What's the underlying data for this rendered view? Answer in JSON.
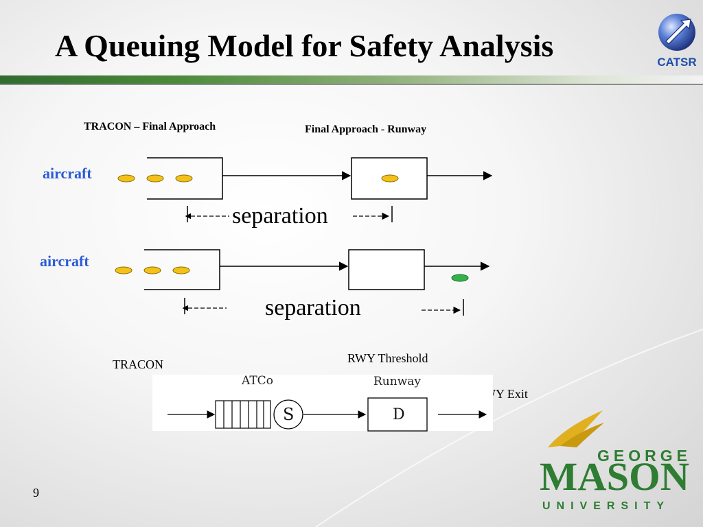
{
  "slide": {
    "title": "A Queuing Model for Safety Analysis",
    "page_number": "9"
  },
  "header": {
    "catsr_logo_text": "CATSR",
    "colors": {
      "title_bar_dark": "#2f6b2f",
      "catsr_blue": "#1f4fa8"
    }
  },
  "diagram_top": {
    "label_tracon_final": "TRACON – Final Approach",
    "label_final_runway": "Final Approach - Runway",
    "row1": {
      "aircraft_label": "aircraft",
      "separation_label": "separation"
    },
    "row2": {
      "aircraft_label": "aircraft",
      "separation_label": "separation"
    },
    "colors": {
      "aircraft_label": "#2a5bd7",
      "aircraft_waiting": "#f2c21a",
      "aircraft_exiting": "#33b24a"
    }
  },
  "diagram_bottom": {
    "label_tracon": "TRACON",
    "label_rwy_threshold": "RWY Threshold",
    "label_rwy_exit": "RWY Exit",
    "label_atco": "ATCo",
    "label_runway": "Runway",
    "server_symbol": "S",
    "delay_symbol": "D"
  },
  "footer_logo": {
    "line1": "GEORGE",
    "line2": "MASON",
    "line3": "UNIVERSITY",
    "colors": {
      "green": "#2e7d32",
      "gold": "#e0b020"
    }
  }
}
